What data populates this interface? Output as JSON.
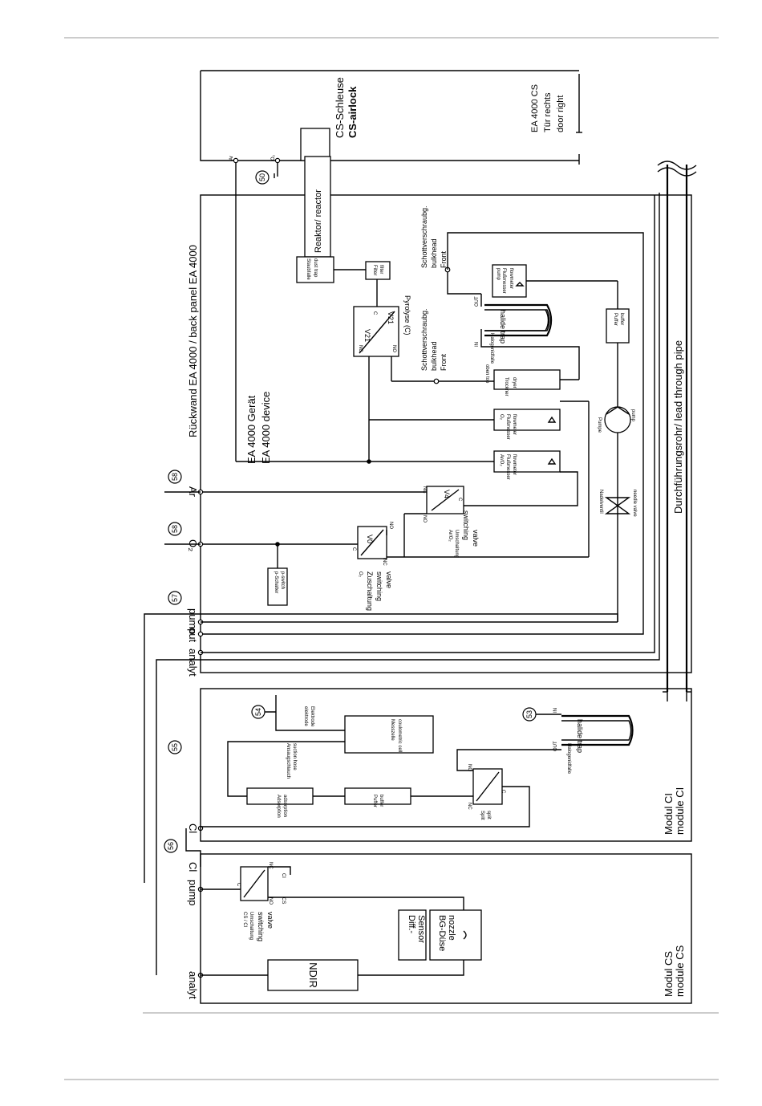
{
  "panel": {
    "back_panel": "Rückwand EA 4000 / back panel EA 4000",
    "device_de": "EA 4000 Gerät",
    "device_en": "EA 4000 device",
    "lead_pipe": "Durchführungsrohr/ lead through pipe",
    "door_de": "EA 4000 CS",
    "door_de2": "Tür rechts",
    "door_en": "door right",
    "airlock_de": "CS-Schleuse",
    "airlock_en": "CS-airlock",
    "module_ci_de": "Modul CI",
    "module_ci_en": "module CI",
    "module_cs_de": "Modul CS",
    "module_cs_en": "module CS"
  },
  "ports": {
    "ar": "Ar",
    "o2": "O₂",
    "pump": "pump",
    "out": "out",
    "analyt": "analyt",
    "cl": "Cl",
    "cl2": "Cl",
    "pump2": "pump",
    "analyt2": "analyt",
    "ar_small": "Ar",
    "o2_small": "O₂"
  },
  "markers": [
    "50",
    "58",
    "58",
    "57",
    "55",
    "56",
    "54",
    "53"
  ],
  "components": {
    "reactor": "Reaktor/ reactor",
    "dust_trap_de": "Staubfalle",
    "dust_trap_en": "dust trap",
    "filter_de": "Filter",
    "filter_en": "filter",
    "pyrolysis": "Pyrolyse (C)",
    "v21": "V21",
    "v21b": "V21",
    "bulkhead_top_de": "Schottverschraubg.",
    "bulkhead_top_en": "bulkhead",
    "bulkhead_top_front": "Front",
    "bulkhead_mid_de": "Schottverschraubg.",
    "bulkhead_mid_en": "bulkhead",
    "bulkhead_mid_front": "Front",
    "flowmeter_pump_de": "Flußmesser",
    "flowmeter_pump_en": "flowmeter",
    "flowmeter_pump_tag": "pump",
    "halide_trap_en": "halide trap",
    "halide_trap_de": "Halogenidfalle",
    "out_label": "OUT",
    "in_label": "IN",
    "buffer_de": "Puffer",
    "buffer_en": "buffer",
    "dryer_de": "Trockner",
    "dryer_en": "dryer",
    "top_de": "oben top",
    "flowmeter_o2_de": "Flußmesser",
    "flowmeter_o2_en": "flowmeter",
    "flowmeter_o2_tag": "O₂",
    "pump_de": "Pumpe",
    "pump_en": "pump",
    "flowmeter_ar_de": "Flußmesser",
    "flowmeter_ar_en": "flowmeter",
    "flowmeter_ar_tag": "Ar/O₂",
    "needle_de": "Nadelventil",
    "needle_en": "needle valve",
    "v4": "V4",
    "v0": "V0",
    "ar_switch_1": "Ar/O₂",
    "ar_switch_2": "Umschaltung",
    "ar_switch_3": "switching",
    "ar_switch_4": "valve",
    "o2_switch_1": "O₂",
    "o2_switch_2": "Zuschaltung",
    "o2_switch_3": "switching",
    "o2_switch_4": "valve",
    "pswitch_de": "p-Schalter",
    "pswitch_en": "p-switch",
    "electrode_de": "Elektrode",
    "electrode_en": "elektrode",
    "cell_de": "Messzelle",
    "cell_en": "coulometric cell",
    "suction_de": "Ansaugschlauch",
    "suction_en": "suction hose",
    "adsorption_de": "Adsorption",
    "adsorption_en": "adsorption",
    "buffer2_de": "Puffer",
    "buffer2_en": "buffer",
    "split_de": "Split",
    "split_en": "split",
    "halide2_en": "halide trap",
    "halide2_de": "Halogenidfalle",
    "in2": "IN",
    "out2": "OUT",
    "cs_switch_1": "CS / Cl",
    "cs_switch_2": "Umschaltung",
    "cs_switch_3": "switching",
    "cs_switch_4": "valve",
    "cs_tag": "CS",
    "cl_tag": "Cl",
    "diff_sensor_1": "Diff.-",
    "diff_sensor_2": "Sensor",
    "bg_nozzle_1": "BG-Düse",
    "bg_nozzle_2": "nozzle",
    "ndir": "NDIR",
    "nc": "NC",
    "no": "NO",
    "c": "C"
  }
}
